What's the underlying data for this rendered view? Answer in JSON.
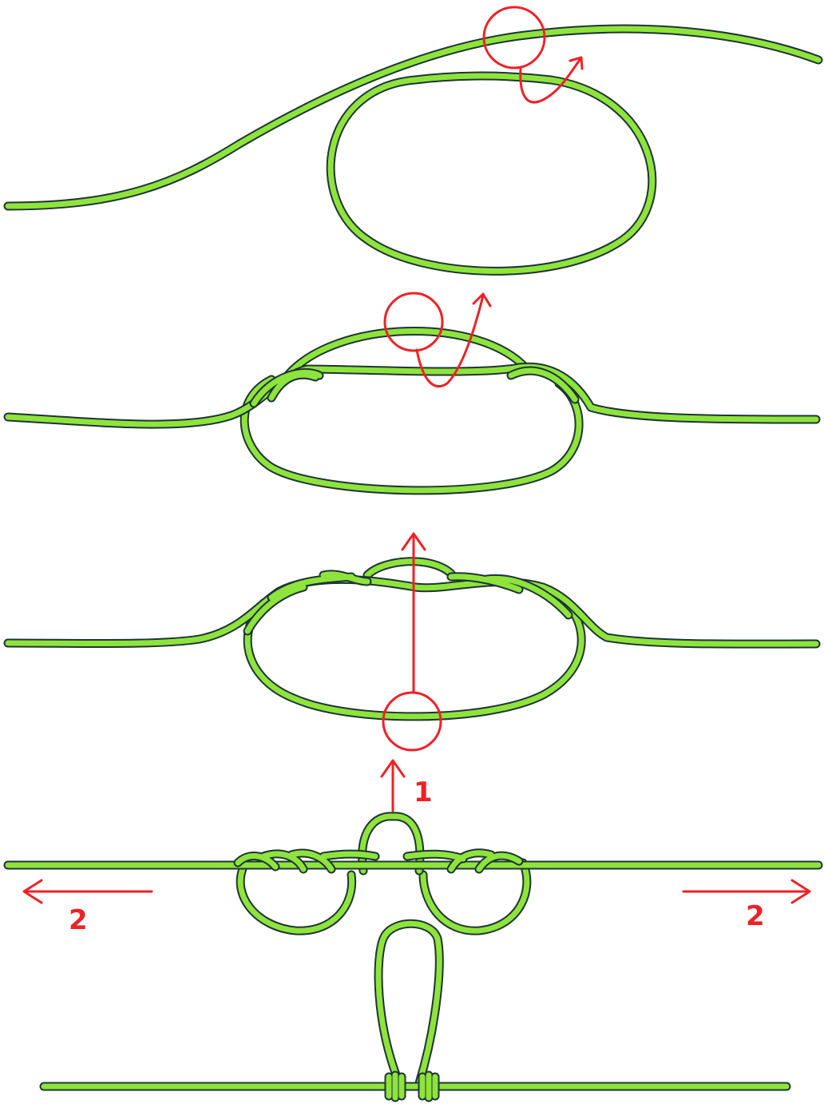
{
  "colors": {
    "rope": "#8ee43a",
    "rope_outline": "#1e3338",
    "annotation": "#ec2227",
    "background": "#ffffff"
  },
  "steps": [
    {
      "name": "step-1-loop-over"
    },
    {
      "name": "step-2-twisted-loop"
    },
    {
      "name": "step-3-wrapped-twists"
    },
    {
      "name": "step-4-pull-through"
    },
    {
      "name": "step-5-finished-dropper-loop"
    }
  ],
  "labels": {
    "pull_up": "1",
    "pull_left": "2",
    "pull_right": "2"
  }
}
